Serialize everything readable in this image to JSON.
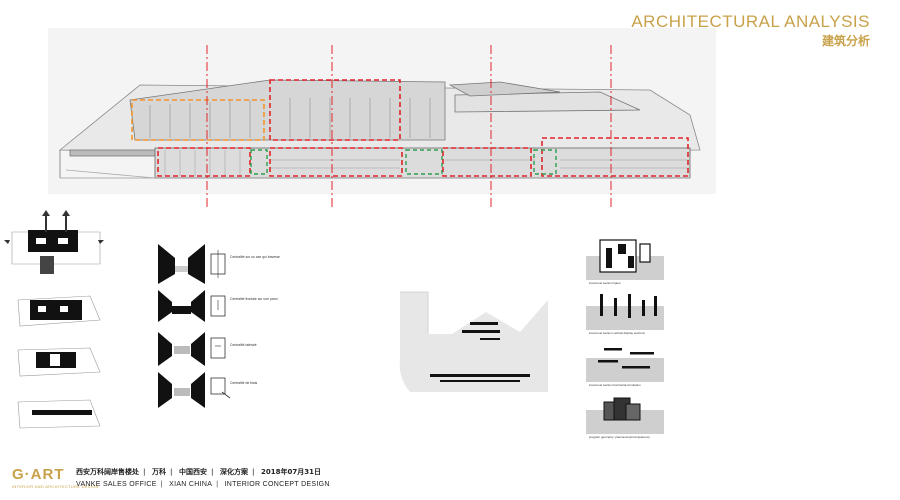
{
  "header": {
    "title": "ARCHITECTURAL ANALYSIS",
    "subtitle": "建筑分析"
  },
  "colors": {
    "accent_gold": "#c8a24a",
    "dash_red": "#e0252b",
    "dash_orange": "#f0962a",
    "dash_green": "#2e9e50"
  },
  "circulation_labels": [
    "Centralité sur un axe qui traverse",
    "Centralité frontale sur une paroi",
    "Centralité latérale",
    "Centralité de biais"
  ],
  "section_captions": [
    "innermost section figure",
    "innermost section vertical display sections",
    "innermost section horizontal circulation",
    "program geometry: phenomenal transparency"
  ],
  "footer": {
    "logo": "G·ART",
    "logo_sub": "INTERIOR AND ARCHITECTURE DESIGN",
    "cn": [
      "西安万科阔岸售楼处",
      "万科",
      "中国西安",
      "深化方案",
      "2018年07月31日"
    ],
    "en": [
      "VANKE SALES OFFICE",
      "XIAN CHINA",
      "INTERIOR  CONCEPT  DESIGN"
    ]
  }
}
